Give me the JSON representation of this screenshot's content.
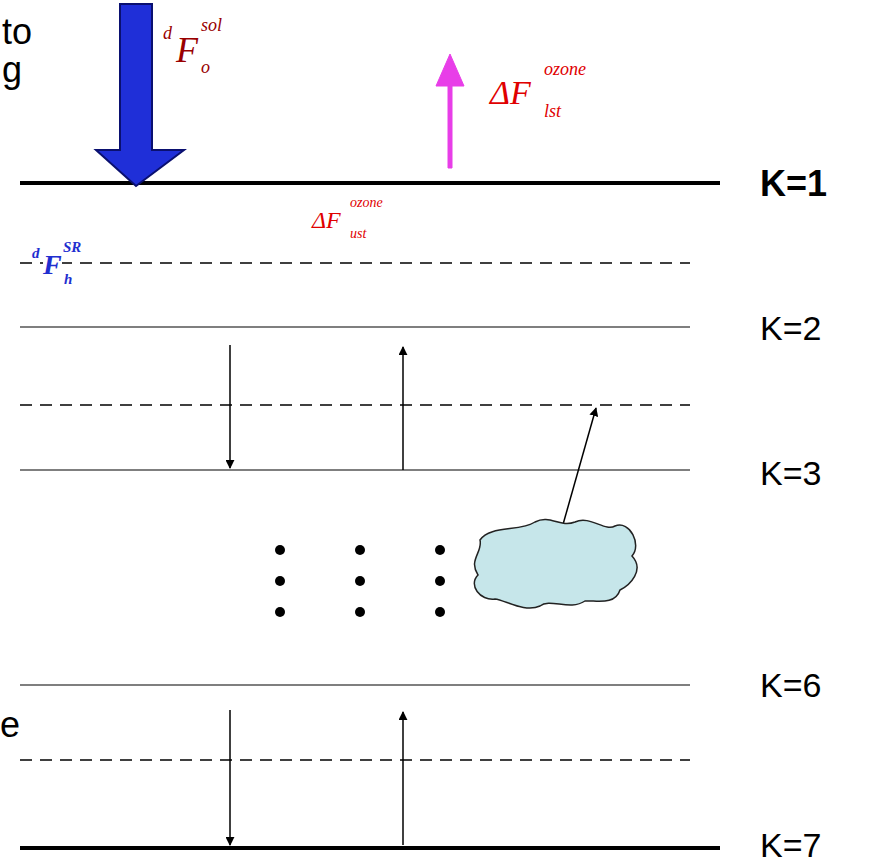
{
  "diagram": {
    "labels": [
      "to",
      "g",
      "e",
      "d",
      "F",
      "sol",
      "o",
      "ΔF",
      "ozone",
      "lst",
      "ΔF",
      "ozone",
      "ust",
      "d",
      "F",
      "SR",
      "h",
      "K=1",
      "K=2",
      "K=3",
      "K=6",
      "K=7"
    ]
  }
}
